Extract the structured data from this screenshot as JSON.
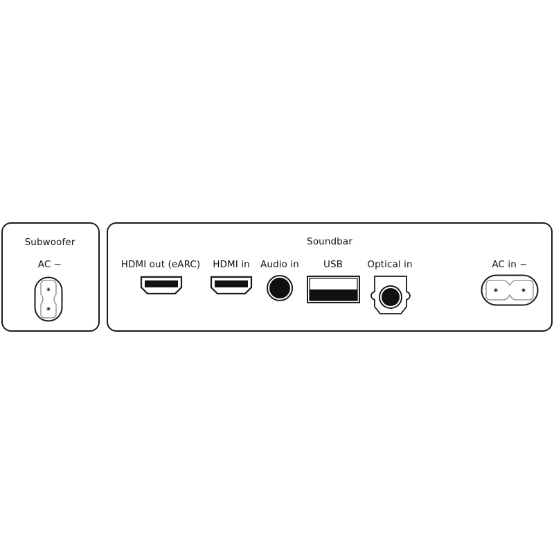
{
  "subwoofer": {
    "title": "Subwoofer",
    "ports": [
      {
        "label": "AC ~",
        "icon": "ac-power-socket-icon"
      }
    ]
  },
  "soundbar": {
    "title": "Soundbar",
    "ports": [
      {
        "label": "HDMI out (eARC)",
        "icon": "hdmi-port-icon"
      },
      {
        "label": "HDMI in",
        "icon": "hdmi-port-icon"
      },
      {
        "label": "Audio in",
        "icon": "audio-jack-icon"
      },
      {
        "label": "USB",
        "icon": "usb-port-icon"
      },
      {
        "label": "Optical in",
        "icon": "optical-port-icon"
      },
      {
        "label": "AC in ~",
        "icon": "ac-power-socket-icon"
      }
    ]
  },
  "colors": {
    "stroke": "#1a1a1a",
    "fill": "#000000",
    "background": "#ffffff",
    "inner_stroke": "#888888"
  }
}
